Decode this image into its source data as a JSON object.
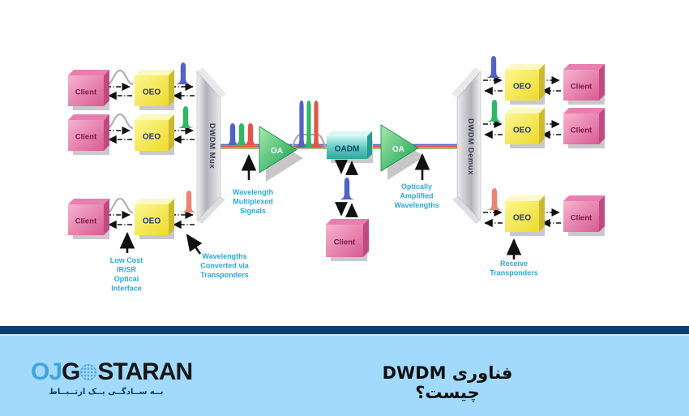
{
  "diagram": {
    "client_label": "Client",
    "oeo_label": "OEO",
    "oadm_label": "OADM",
    "oa_label": "OA",
    "mux_label": "DWDM Mux",
    "demux_label": "DWDM Demux",
    "annotations": {
      "wavelength_multiplexed": [
        "Wavelength",
        "Multiplexed",
        "Signals"
      ],
      "optically_amplified": [
        "Optically",
        "Amplified",
        "Wavelengths"
      ],
      "low_cost": [
        "Low Cost",
        "IR/SR",
        "Optical",
        "Interface"
      ],
      "wavelengths_converted": [
        "Wavelengths",
        "Converted via",
        "Transponders"
      ],
      "receive_transponders": [
        "Receive",
        "Transponders"
      ]
    },
    "colors": {
      "annotation_text": "#29a9e0",
      "client_box": "#db5f96",
      "oeo_box": "#f2e13a",
      "oadm_box": "#3fb3a8",
      "oa_amplifier": "#17a351",
      "mux_gray": "#c4c4ca",
      "lambda_blue": "#5163c5",
      "lambda_green": "#2fb865",
      "lambda_salmon": "#ef8273",
      "lambda_red": "#e2554a"
    }
  },
  "footer": {
    "logo_part1": "OJ",
    "logo_part2": "G",
    "logo_part3": "STARAN",
    "tagline": "بــه ســادگــی یــک ارتــبــاط",
    "title": "فناوری DWDM چیست؟",
    "bar_color": "#0d3e6b",
    "background_color": "#a2dafd"
  }
}
